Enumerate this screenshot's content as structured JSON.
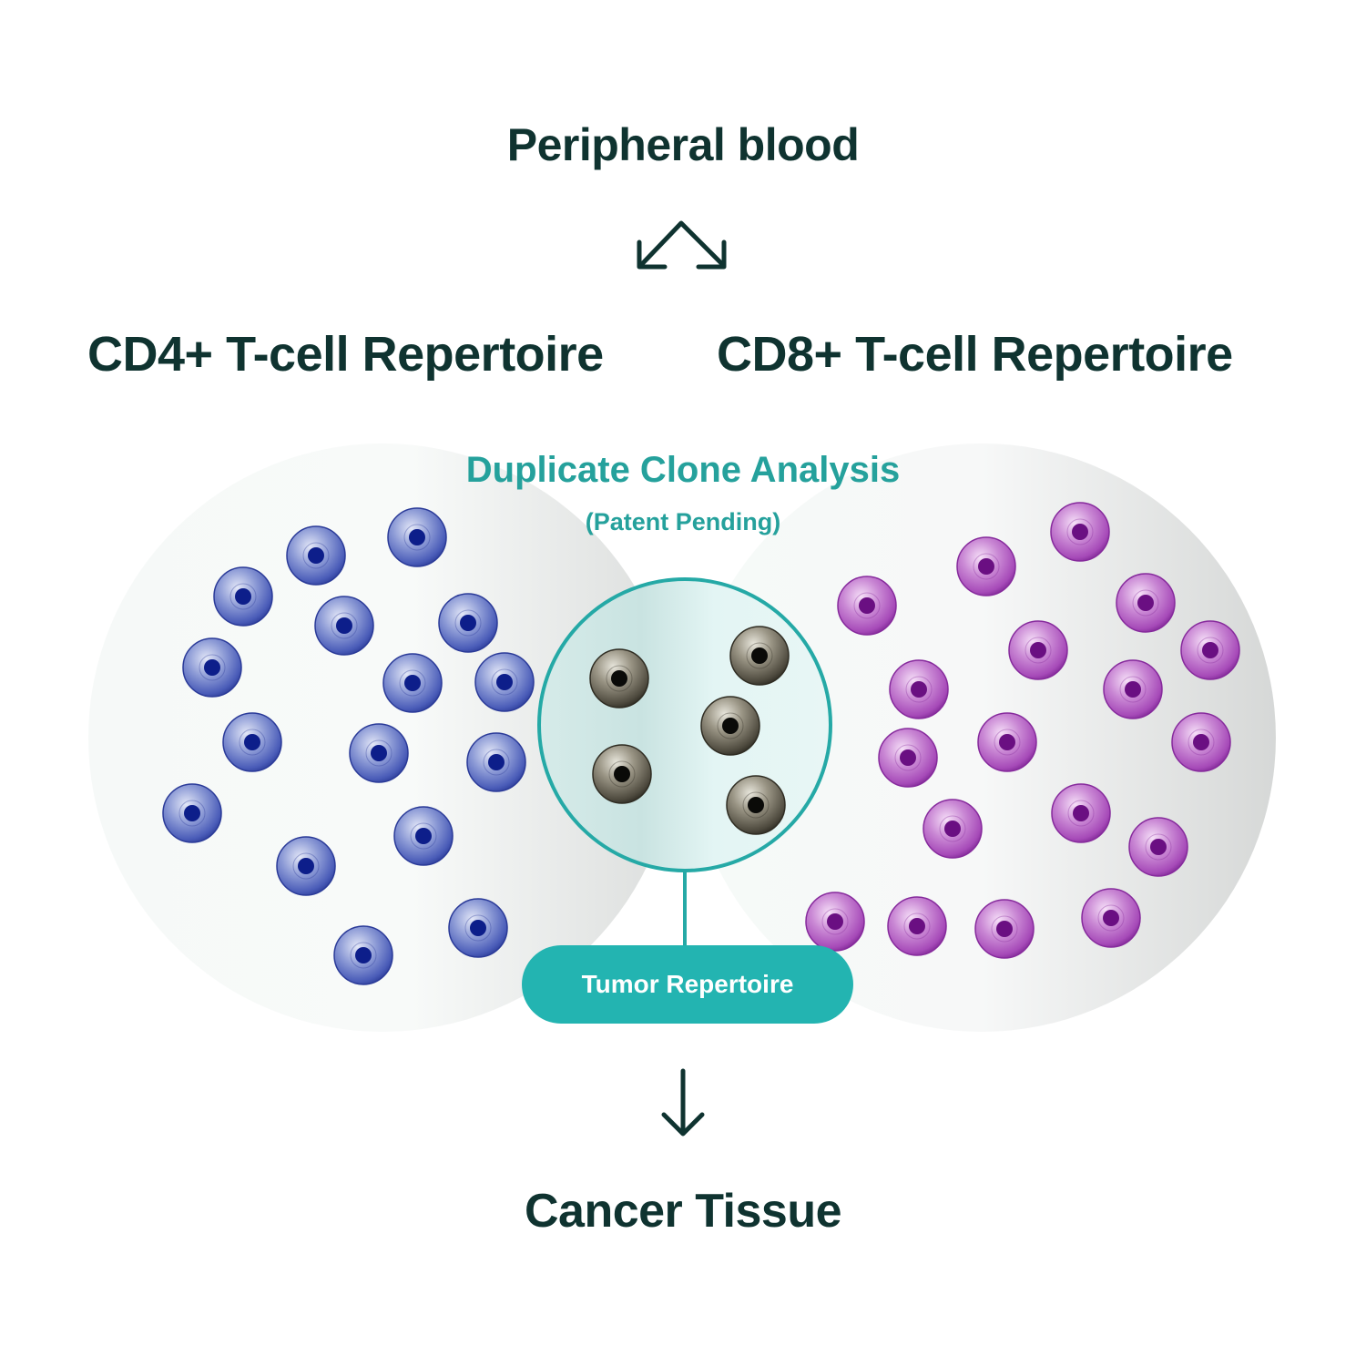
{
  "titles": {
    "top": "Peripheral blood",
    "cd4": "CD4+ T-cell Repertoire",
    "cd8": "CD8+ T-cell Repertoire",
    "bottom": "Cancer Tissue"
  },
  "analysis": {
    "title": "Duplicate Clone Analysis",
    "subtitle": "(Patent Pending)"
  },
  "tumor_label": "Tumor Repertoire",
  "icons": {
    "split_arrow": "split-arrows-icon",
    "down_arrow": "arrow-down-icon"
  },
  "colors": {
    "heading": "#0f3330",
    "accent_teal": "#25a19c",
    "pill_teal": "#23b4b1",
    "cd4_cell": "#3b4db0",
    "cd8_cell": "#a23bb8",
    "tumor_cell": "#5a5648"
  },
  "cell_counts": {
    "cd4": 16,
    "cd8": 18,
    "shared_tumor": 5
  }
}
